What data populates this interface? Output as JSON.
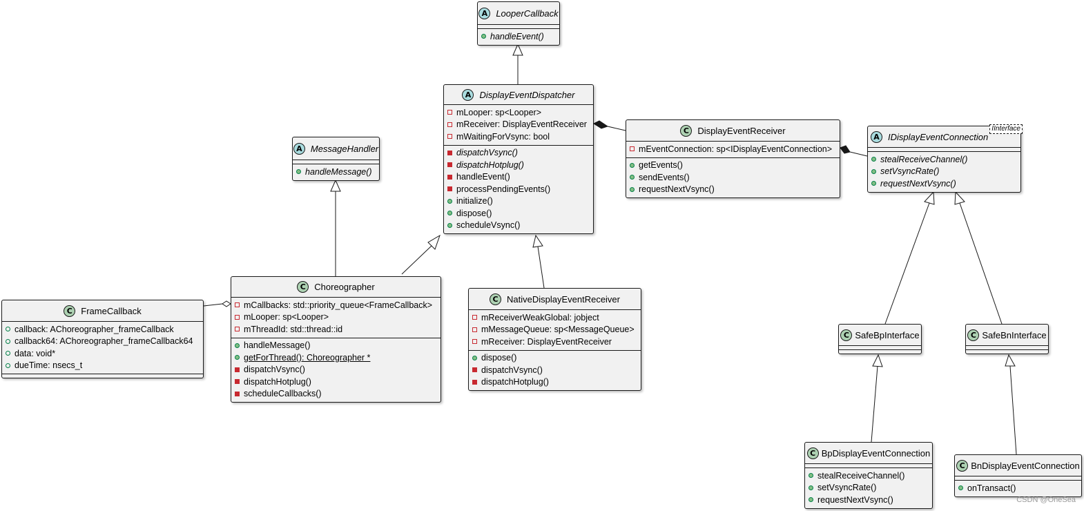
{
  "classes": {
    "looper_callback": {
      "name": "LooperCallback",
      "kind": "abstract",
      "methods": [
        {
          "vis": "public",
          "text": "handleEvent()",
          "style": "abstract"
        }
      ]
    },
    "display_event_dispatcher": {
      "name": "DisplayEventDispatcher",
      "kind": "abstract",
      "fields": [
        {
          "vis": "private",
          "text": "mLooper: sp<Looper>"
        },
        {
          "vis": "private",
          "text": "mReceiver: DisplayEventReceiver"
        },
        {
          "vis": "private",
          "text": "mWaitingForVsync: bool"
        }
      ],
      "methods": [
        {
          "vis": "private",
          "text": "dispatchVsync()",
          "style": "abstract"
        },
        {
          "vis": "private",
          "text": "dispatchHotplug()",
          "style": "abstract"
        },
        {
          "vis": "private",
          "text": "handleEvent()"
        },
        {
          "vis": "private",
          "text": "processPendingEvents()"
        },
        {
          "vis": "public",
          "text": "initialize()"
        },
        {
          "vis": "public",
          "text": "dispose()"
        },
        {
          "vis": "public",
          "text": "scheduleVsync()"
        }
      ]
    },
    "message_handler": {
      "name": "MessageHandler",
      "kind": "abstract",
      "methods": [
        {
          "vis": "public",
          "text": "handleMessage()",
          "style": "abstract"
        }
      ]
    },
    "display_event_receiver": {
      "name": "DisplayEventReceiver",
      "kind": "class",
      "fields": [
        {
          "vis": "private",
          "text": "mEventConnection: sp<IDisplayEventConnection>"
        }
      ],
      "methods": [
        {
          "vis": "public",
          "text": "getEvents()"
        },
        {
          "vis": "public",
          "text": "sendEvents()"
        },
        {
          "vis": "public",
          "text": "requestNextVsync()"
        }
      ]
    },
    "idisplay_event_connection": {
      "name": "IDisplayEventConnection",
      "kind": "abstract",
      "stereotype": "IInterface",
      "methods": [
        {
          "vis": "public",
          "text": "stealReceiveChannel()",
          "style": "abstract"
        },
        {
          "vis": "public",
          "text": "setVsyncRate()",
          "style": "abstract"
        },
        {
          "vis": "public",
          "text": "requestNextVsync()",
          "style": "abstract"
        }
      ]
    },
    "frame_callback": {
      "name": "FrameCallback",
      "kind": "class",
      "fields": [
        {
          "vis": "public",
          "text": "callback: AChoreographer_frameCallback"
        },
        {
          "vis": "public",
          "text": "callback64: AChoreographer_frameCallback64"
        },
        {
          "vis": "public",
          "text": "data: void*"
        },
        {
          "vis": "public",
          "text": "dueTime: nsecs_t"
        }
      ]
    },
    "choreographer": {
      "name": "Choreographer",
      "kind": "class",
      "fields": [
        {
          "vis": "private",
          "text": "mCallbacks: std::priority_queue<FrameCallback>"
        },
        {
          "vis": "private",
          "text": "mLooper: sp<Looper>"
        },
        {
          "vis": "private",
          "text": "mThreadId: std::thread::id"
        }
      ],
      "methods": [
        {
          "vis": "public",
          "text": "handleMessage()"
        },
        {
          "vis": "public",
          "text": "getForThread(): Choreographer *",
          "style": "static"
        },
        {
          "vis": "private",
          "text": "dispatchVsync()"
        },
        {
          "vis": "private",
          "text": "dispatchHotplug()"
        },
        {
          "vis": "private",
          "text": "scheduleCallbacks()"
        }
      ]
    },
    "native_display_event_receiver": {
      "name": "NativeDisplayEventReceiver",
      "kind": "class",
      "fields": [
        {
          "vis": "private",
          "text": "mReceiverWeakGlobal: jobject"
        },
        {
          "vis": "private",
          "text": "mMessageQueue: sp<MessageQueue>"
        },
        {
          "vis": "private",
          "text": "mReceiver: DisplayEventReceiver"
        }
      ],
      "methods": [
        {
          "vis": "public",
          "text": "dispose()"
        },
        {
          "vis": "private",
          "text": "dispatchVsync()"
        },
        {
          "vis": "private",
          "text": "dispatchHotplug()"
        }
      ]
    },
    "safe_bp_interface": {
      "name": "SafeBpInterface",
      "kind": "class"
    },
    "safe_bn_interface": {
      "name": "SafeBnInterface",
      "kind": "class"
    },
    "bp_display_event_connection": {
      "name": "BpDisplayEventConnection",
      "kind": "class",
      "methods": [
        {
          "vis": "public",
          "text": "stealReceiveChannel()"
        },
        {
          "vis": "public",
          "text": "setVsyncRate()"
        },
        {
          "vis": "public",
          "text": "requestNextVsync()"
        }
      ]
    },
    "bn_display_event_connection": {
      "name": "BnDisplayEventConnection",
      "kind": "class",
      "methods": [
        {
          "vis": "public",
          "text": "onTransact()"
        }
      ]
    }
  },
  "relations": [
    {
      "from": "display_event_dispatcher",
      "to": "looper_callback",
      "type": "extends"
    },
    {
      "from": "choreographer",
      "to": "message_handler",
      "type": "extends"
    },
    {
      "from": "choreographer",
      "to": "display_event_dispatcher",
      "type": "extends"
    },
    {
      "from": "native_display_event_receiver",
      "to": "display_event_dispatcher",
      "type": "extends"
    },
    {
      "from": "display_event_dispatcher",
      "to": "display_event_receiver",
      "type": "composition"
    },
    {
      "from": "display_event_receiver",
      "to": "idisplay_event_connection",
      "type": "composition"
    },
    {
      "from": "choreographer",
      "to": "frame_callback",
      "type": "aggregation"
    },
    {
      "from": "safe_bp_interface",
      "to": "idisplay_event_connection",
      "type": "extends"
    },
    {
      "from": "safe_bn_interface",
      "to": "idisplay_event_connection",
      "type": "extends"
    },
    {
      "from": "bp_display_event_connection",
      "to": "safe_bp_interface",
      "type": "extends"
    },
    {
      "from": "bn_display_event_connection",
      "to": "safe_bn_interface",
      "type": "extends"
    }
  ],
  "watermark": "CSDN @OneSea"
}
